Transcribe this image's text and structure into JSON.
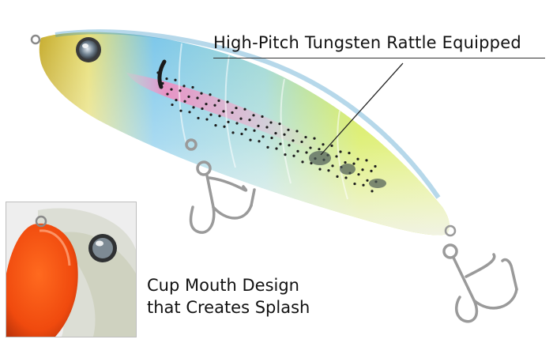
{
  "callouts": {
    "rattle": "High-Pitch Tungsten Rattle Equipped",
    "cup_mouth_line1": "Cup Mouth Design",
    "cup_mouth_line2": "that Creates Splash"
  },
  "colors": {
    "background": "#ffffff",
    "lure_back_blue": "#55b8e6",
    "lure_tail_chartreuse": "#cfe83a",
    "lure_head_gold": "#c9b33a",
    "lure_stripe_pink": "#f2a4c8",
    "mouth_orange": "#f04a0e",
    "hook_silver": "#9a9a9a"
  },
  "icons": [
    "lure-body",
    "treble-hook",
    "eye",
    "cup-mouth"
  ]
}
